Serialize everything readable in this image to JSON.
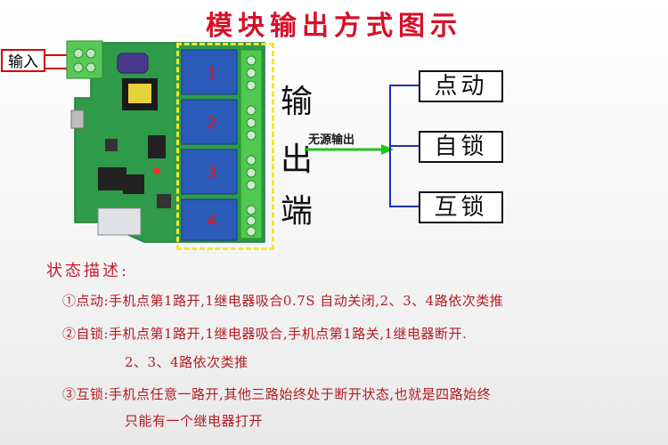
{
  "title": "模块输出方式图示",
  "input_label": "输入",
  "relay_numbers": [
    "1",
    "2",
    "3",
    "4"
  ],
  "output_terminal": [
    "输",
    "出",
    "端"
  ],
  "passive_output_label": "无源输出",
  "modes": [
    "点动",
    "自锁",
    "互锁"
  ],
  "status_title": "状态描述:",
  "descriptions": [
    "①点动:手机点第1路开,1继电器吸合0.7S 自动关闭,2、3、4路依次类推",
    "②自锁:手机点第1路开,1继电器吸合,手机点第1路关,1继电器断开.",
    "2、3、4路依次类推",
    "③互锁:手机点任意一路开,其他三路始终处于断开状态,也就是四路始终",
    "只能有一个继电器打开"
  ],
  "colors": {
    "title": "#d8102a",
    "pcb": "#2e9a4a",
    "relay": "#2b5bb8",
    "terminal": "#4fc94f",
    "dashed_border": "#f2e62a",
    "description_text": "#b31c24",
    "wire_blue": "#1f2fb8",
    "arrow_green": "#1ec51e",
    "input_red": "#d80000"
  }
}
